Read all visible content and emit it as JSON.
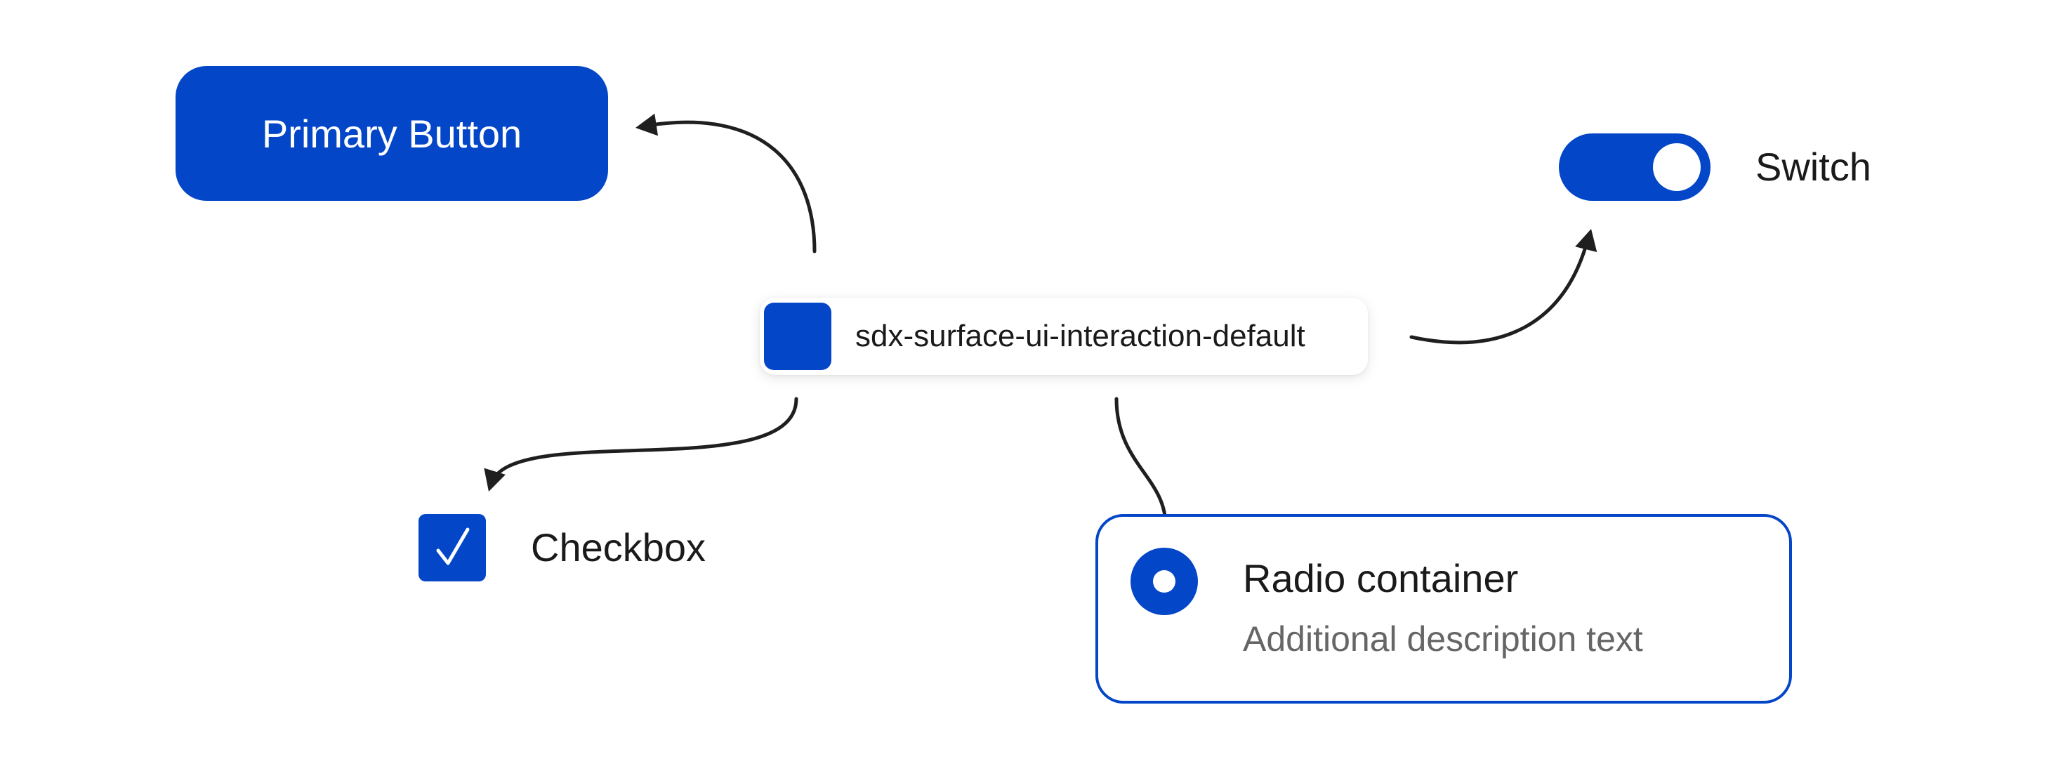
{
  "colors": {
    "interaction_default": "#0446c8",
    "connector": "#1f1f1f",
    "text": "#1a1a1a",
    "description": "#666666"
  },
  "token": {
    "label": "sdx-surface-ui-interaction-default"
  },
  "primary_button": {
    "label": "Primary Button"
  },
  "switch": {
    "label": "Switch",
    "state": "on"
  },
  "checkbox": {
    "label": "Checkbox",
    "checked": true,
    "icon": "checkmark-icon"
  },
  "radio_container": {
    "title": "Radio container",
    "description": "Additional description text",
    "selected": true
  }
}
